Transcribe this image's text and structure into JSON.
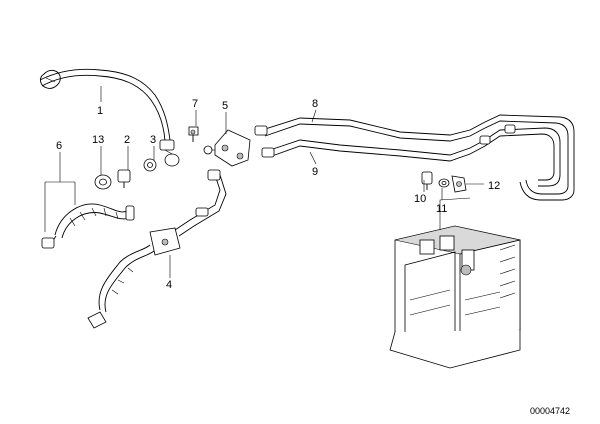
{
  "callouts": {
    "c1": "1",
    "c2": "2",
    "c3": "3",
    "c4": "4",
    "c5": "5",
    "c6": "6",
    "c7": "7",
    "c8": "8",
    "c9": "9",
    "c10": "10",
    "c11": "11",
    "c12": "12",
    "c13": "13"
  },
  "drawing_number": "00004742"
}
